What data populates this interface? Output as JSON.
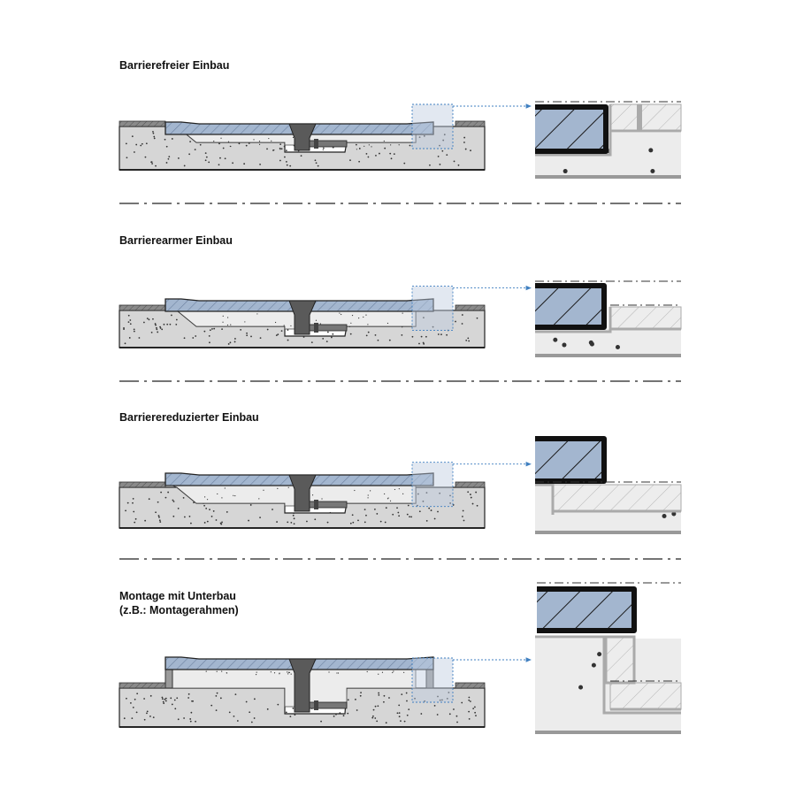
{
  "sections": [
    {
      "title": "Barrierefreier Einbau",
      "variant": "barrierefrei"
    },
    {
      "title": "Barrierearmer Einbau",
      "variant": "barrierearm"
    },
    {
      "title": "Barrierereduzierter Einbau",
      "variant": "barrierereduziert"
    },
    {
      "title": "Montage mit Unterbau",
      "subtitle": "(z.B.: Montagerahmen)",
      "variant": "unterbau"
    }
  ],
  "colors": {
    "tray": "#a3b6cf",
    "concrete": "#d6d6d6",
    "screed": "#ececec",
    "tile": "#8a8a8a",
    "drain": "#5a5a5a",
    "frame": "#111111",
    "detail_marker": "#3f7fc0"
  }
}
